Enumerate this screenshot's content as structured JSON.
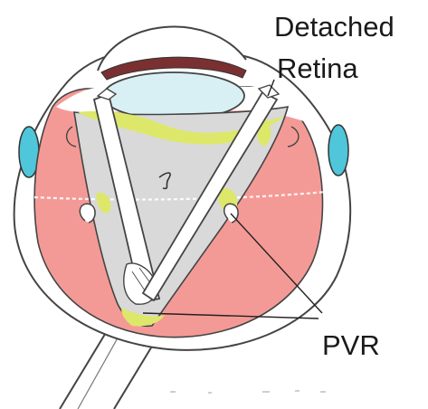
{
  "labels": {
    "detached_line1": "Detached",
    "detached_line2": "Retina",
    "pvr": "PVR"
  },
  "colors": {
    "outline": "#444444",
    "retina_red": "#f49a96",
    "vitreous_gray": "#d9d9d9",
    "lens_blue": "#d8f0f4",
    "cornea_dark": "#7a3030",
    "iris_cyan": "#4fc6da",
    "pvr_yellow": "#dde86a",
    "white": "#ffffff"
  }
}
